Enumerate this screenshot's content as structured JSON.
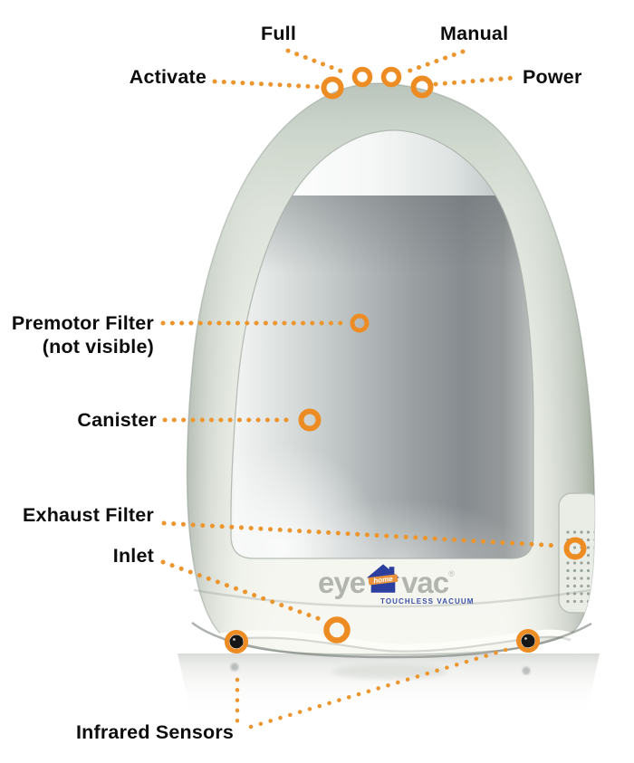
{
  "diagram_title": "EyeVac touchless vacuum labeled parts diagram",
  "colors": {
    "callout_orange": "#EC9630",
    "marker_ring_orange": "#EE8C24",
    "label_text": "#0d0d0d",
    "logo_gray": "#b2b5ae",
    "logo_blue": "#2c3f9f",
    "tagline_blue": "#3a50a8",
    "body_sage": "#dde3da",
    "canister_silver": "#9aa0a2"
  },
  "labels": {
    "full": "Full",
    "manual": "Manual",
    "activate": "Activate",
    "power": "Power",
    "premotor_line1": "Premotor Filter",
    "premotor_line2": "(not visible)",
    "canister": "Canister",
    "exhaust": "Exhaust Filter",
    "inlet": "Inlet",
    "infrared": "Infrared Sensors"
  },
  "logo": {
    "eye": "eye",
    "home": "home",
    "vac": "vac",
    "registered": "®",
    "tagline": "TOUCHLESS VACUUM"
  }
}
